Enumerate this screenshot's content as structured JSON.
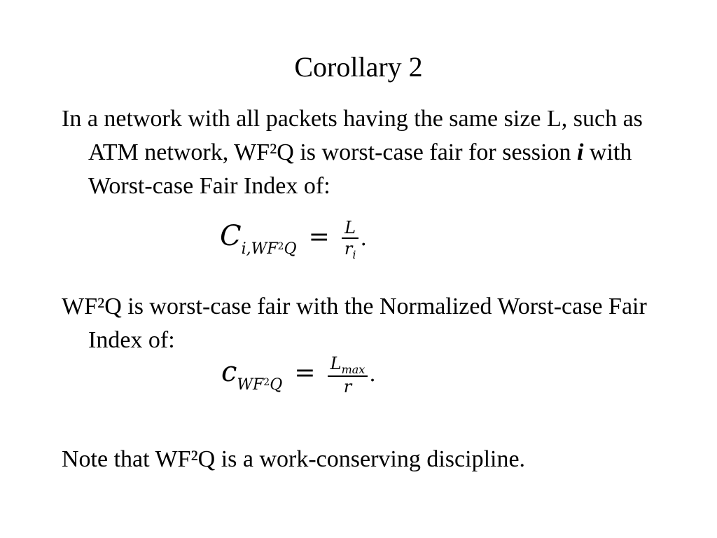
{
  "slide": {
    "title": "Corollary 2",
    "p1": {
      "before": "In a network with all packets having the same size L, such as ATM network, WF²Q is worst-case fair for session ",
      "var": "i",
      "after": " with Worst-case Fair Index of:"
    },
    "formula1": {
      "lhs": "C",
      "lhs_sub_a": "i,WF",
      "lhs_sup": "2",
      "lhs_sub_b": "Q",
      "eq": "=",
      "num": "L",
      "den": "r",
      "den_sub": "i",
      "end": "."
    },
    "p2": "WF²Q is worst-case fair with the Normalized Worst-case Fair Index of:",
    "formula2": {
      "lhs": "c",
      "lhs_sub_a": "WF",
      "lhs_sup": "2",
      "lhs_sub_b": "Q",
      "eq": "=",
      "num": "L",
      "num_sub": "max",
      "den": "r",
      "end": "."
    },
    "p3": "Note that WF²Q is a work-conserving discipline."
  }
}
